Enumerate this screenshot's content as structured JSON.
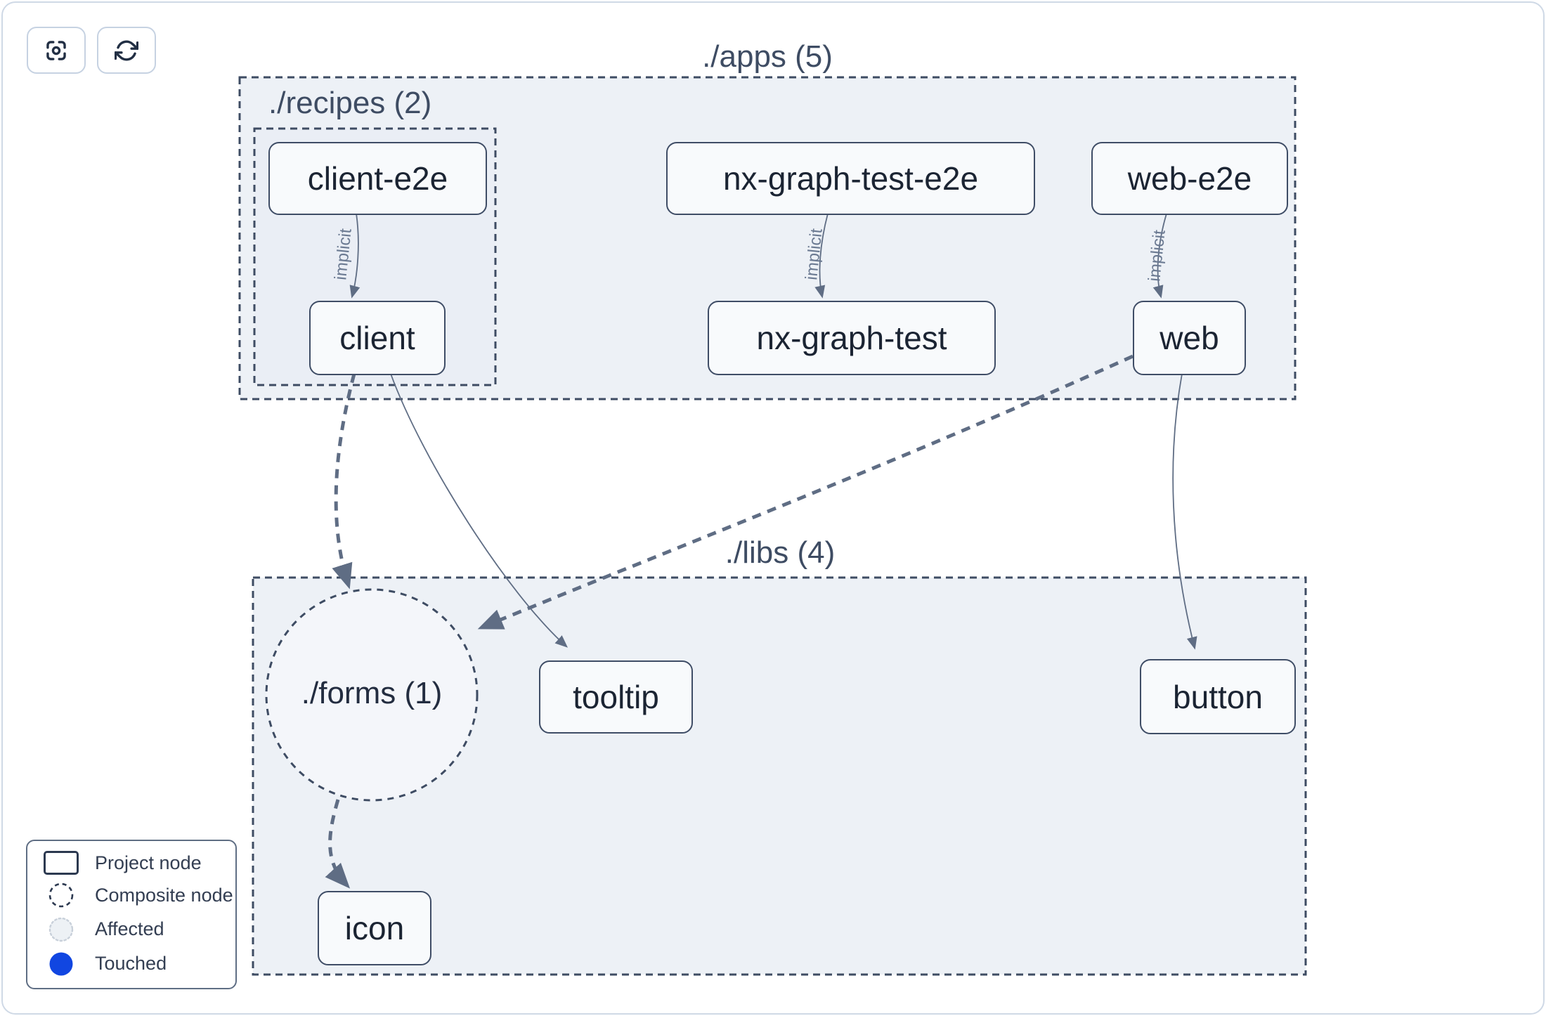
{
  "toolbar": {
    "buttons": [
      {
        "icon": "focus-crosshair-icon",
        "action": "center-graph"
      },
      {
        "icon": "refresh-icon",
        "action": "refresh-graph"
      }
    ]
  },
  "graph": {
    "groups": {
      "apps": "./apps (5)",
      "recipes": "./recipes (2)",
      "libs": "./libs (4)",
      "forms": "./forms (1)"
    },
    "nodes": {
      "client_e2e": "client-e2e",
      "nx_graph_test_e2e": "nx-graph-test-e2e",
      "web_e2e": "web-e2e",
      "client": "client",
      "nx_graph_test": "nx-graph-test",
      "web": "web",
      "tooltip": "tooltip",
      "button": "button",
      "icon": "icon"
    },
    "edges": [
      {
        "source": "client-e2e",
        "target": "client",
        "label": "implicit",
        "style": "thin-solid"
      },
      {
        "source": "nx-graph-test-e2e",
        "target": "nx-graph-test",
        "label": "implicit",
        "style": "thin-solid"
      },
      {
        "source": "web-e2e",
        "target": "web",
        "label": "implicit",
        "style": "thin-solid"
      },
      {
        "source": "client",
        "target": "./forms",
        "label": "",
        "style": "thick-dashed"
      },
      {
        "source": "client",
        "target": "tooltip",
        "label": "",
        "style": "thin-solid"
      },
      {
        "source": "web",
        "target": "./forms",
        "label": "",
        "style": "thick-dashed"
      },
      {
        "source": "web",
        "target": "button",
        "label": "",
        "style": "thin-solid"
      },
      {
        "source": "./forms",
        "target": "icon",
        "label": "",
        "style": "thick-dashed"
      }
    ]
  },
  "legend": {
    "items": [
      {
        "symbol": "project-node-swatch",
        "label": "Project node"
      },
      {
        "symbol": "composite-node-swatch",
        "label": "Composite node"
      },
      {
        "symbol": "affected-swatch",
        "label": "Affected"
      },
      {
        "symbol": "touched-swatch",
        "label": "Touched",
        "color": "#1146e1"
      }
    ]
  },
  "colors": {
    "container_fill": "#edf1f6",
    "dashed_border": "#3e4c63",
    "edge": "#5f6d84",
    "node_border": "#3f4d66",
    "touched_blue": "#1146e1"
  }
}
